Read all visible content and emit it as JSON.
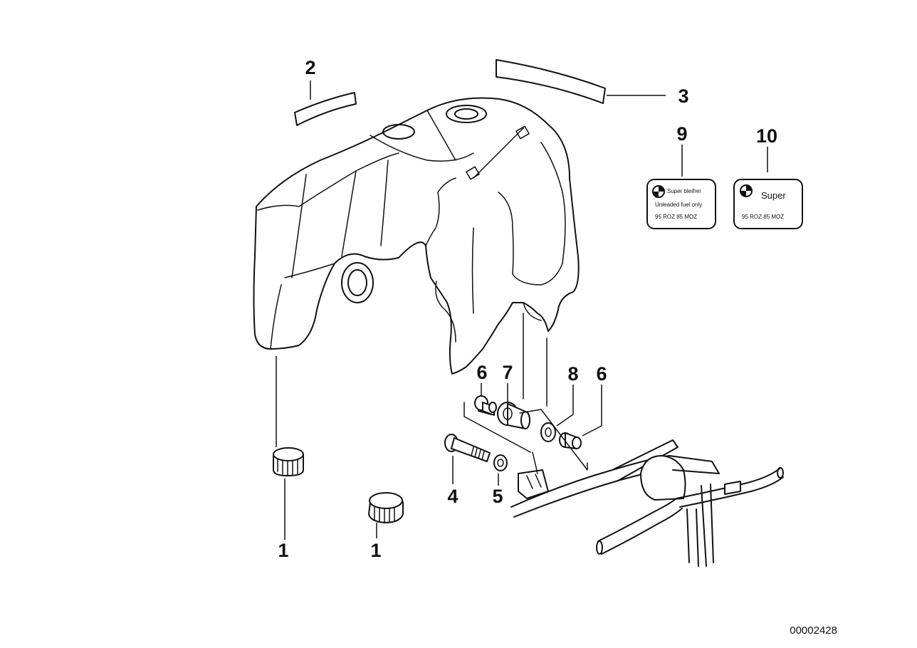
{
  "callouts": [
    {
      "id": "c1a",
      "text": "1"
    },
    {
      "id": "c1b",
      "text": "1"
    },
    {
      "id": "c2",
      "text": "2"
    },
    {
      "id": "c3",
      "text": "3"
    },
    {
      "id": "c4",
      "text": "4"
    },
    {
      "id": "c5",
      "text": "5"
    },
    {
      "id": "c6a",
      "text": "6"
    },
    {
      "id": "c6b",
      "text": "6"
    },
    {
      "id": "c7",
      "text": "7"
    },
    {
      "id": "c8",
      "text": "8"
    },
    {
      "id": "c9",
      "text": "9"
    },
    {
      "id": "c10",
      "text": "10"
    }
  ],
  "label9": {
    "line1": "Super bleifrei",
    "line2": "Unleaded fuel only",
    "line3": "95 ROZ 85 MOZ"
  },
  "label10": {
    "line1": "Super",
    "line2": "95 ROZ 85 MOZ"
  },
  "document_number": "00002428"
}
